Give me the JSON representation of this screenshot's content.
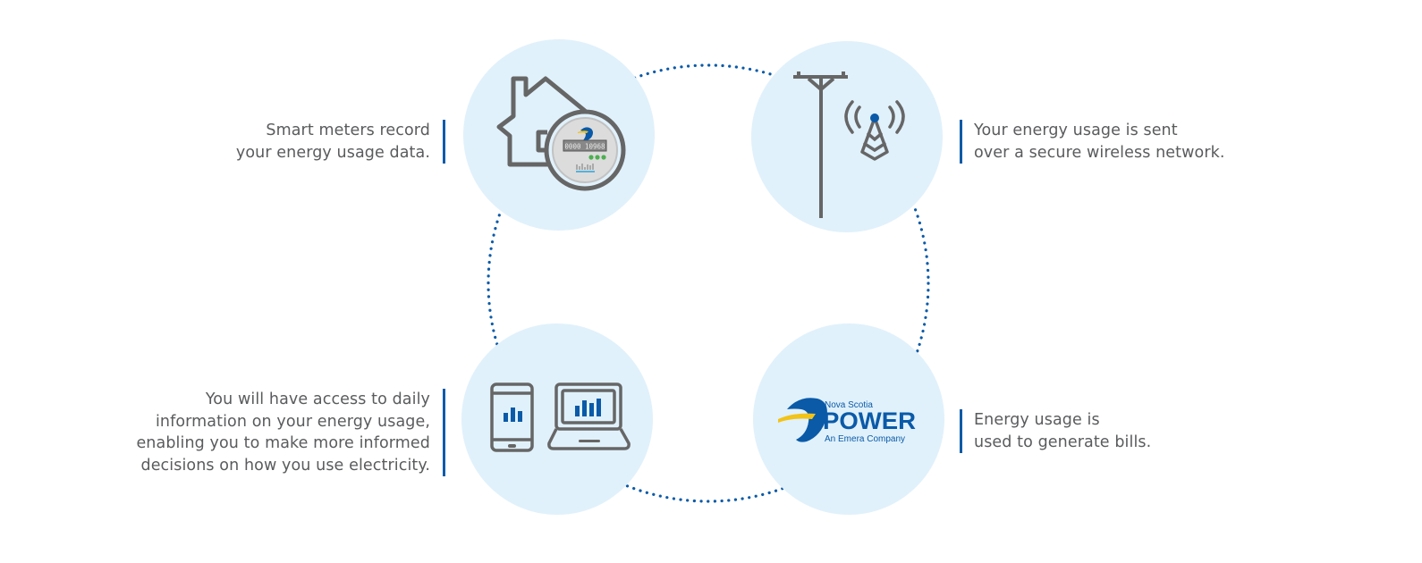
{
  "colors": {
    "accent": "#0a5aa8",
    "circle_fill": "#e0f1fb",
    "icon_stroke": "#666666",
    "text": "#5a5b5d",
    "logo_yellow": "#f2c318",
    "indicator_green": "#4caf50"
  },
  "steps": [
    {
      "id": "record",
      "icon": "house-with-smart-meter-icon",
      "caption_lines": [
        "Smart meters record",
        "your energy usage data."
      ]
    },
    {
      "id": "send",
      "icon": "utility-pole-and-wireless-tower-icon",
      "caption_lines": [
        "Your energy usage is sent",
        "over a secure wireless network."
      ]
    },
    {
      "id": "bill",
      "icon": "nova-scotia-power-logo",
      "caption_lines": [
        "Energy usage is",
        "used to generate bills."
      ]
    },
    {
      "id": "access",
      "icon": "phone-and-laptop-chart-icon",
      "caption_lines": [
        "You will have access to daily",
        "information on your energy usage,",
        "enabling you to make more informed",
        "decisions on how you use electricity."
      ]
    }
  ],
  "meter": {
    "display_reading": "0000 10968"
  },
  "logo": {
    "top_text": "Nova Scotia",
    "main_text": "POWER",
    "tagline": "An Emera Company"
  }
}
